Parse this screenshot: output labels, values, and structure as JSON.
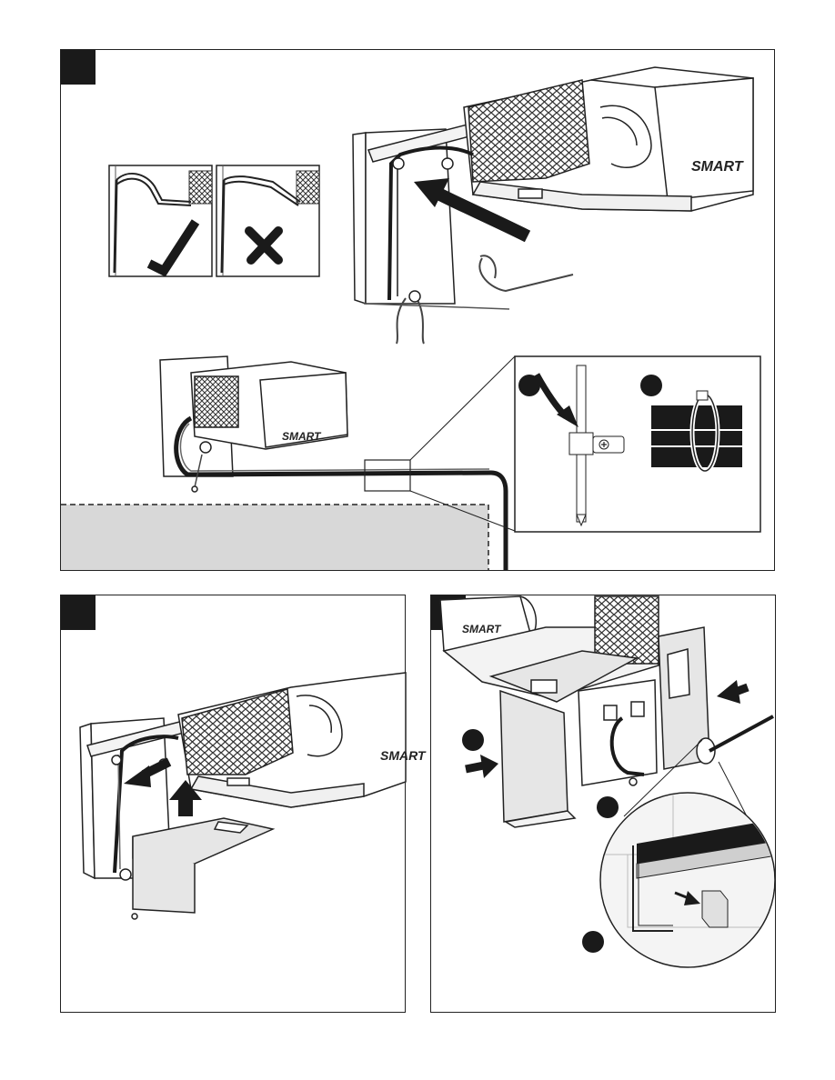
{
  "page": {
    "background": "#ffffff",
    "line_color": "#1a1a1a",
    "wall_fill": "#d8d8d8",
    "cover_fill": "#e6e6e6"
  },
  "brand": {
    "projector_logo": "SMART"
  },
  "panels": [
    {
      "id": "panel-1",
      "step_marker": "black-square"
    },
    {
      "id": "panel-2",
      "step_marker": "black-square"
    },
    {
      "id": "panel-3",
      "step_marker": "black-square"
    }
  ],
  "icons": {
    "correct": "checkmark-icon",
    "incorrect": "cross-icon",
    "direction": "arrow-icon"
  }
}
